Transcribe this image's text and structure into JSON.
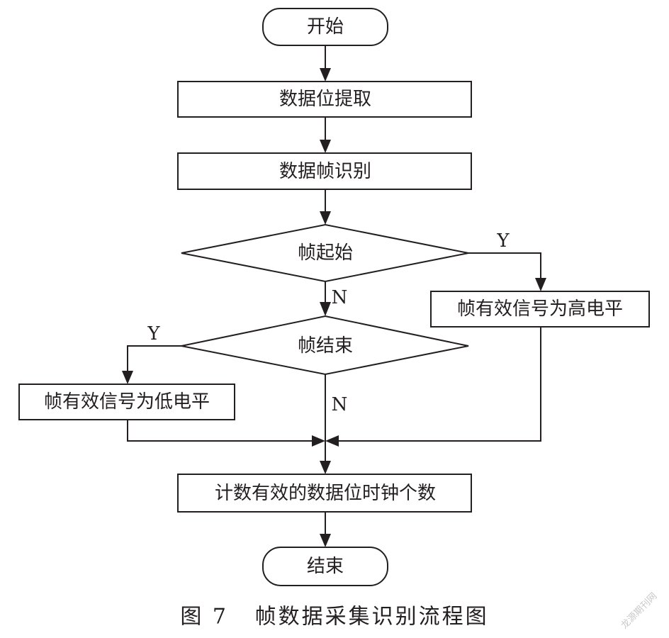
{
  "nodes": {
    "start": "开始",
    "extract_bits": "数据位提取",
    "frame_identify": "数据帧识别",
    "frame_start": "帧起始",
    "valid_high": "帧有效信号为高电平",
    "frame_end": "帧结束",
    "valid_low": "帧有效信号为低电平",
    "count_clocks": "计数有效的数据位时钟个数",
    "end": "结束"
  },
  "branches": {
    "start_yes": "Y",
    "start_no": "N",
    "end_yes": "Y",
    "end_no": "N"
  },
  "caption": "图 7   帧数据采集识别流程图",
  "watermark": "龙源期刊网"
}
